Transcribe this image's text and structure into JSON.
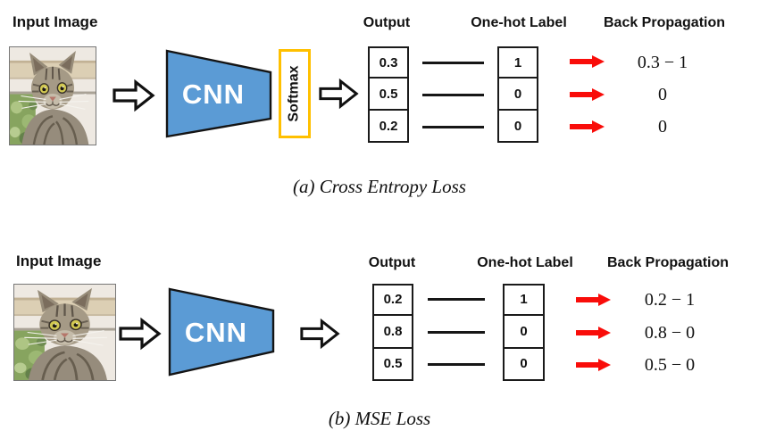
{
  "colors": {
    "cnn_fill": "#5B9BD5",
    "cnn_stroke": "#141414",
    "softmax_border": "#FFC000",
    "red_arrow": "#F90D0A",
    "ink": "#111111"
  },
  "panel_a": {
    "input_label": "Input Image",
    "cnn_label": "CNN",
    "softmax_label": "Softmax",
    "output_header": "Output",
    "onehot_header": "One-hot Label",
    "backprop_header": "Back Propagation",
    "output_values": [
      "0.3",
      "0.5",
      "0.2"
    ],
    "onehot_values": [
      "1",
      "0",
      "0"
    ],
    "backprop_values": [
      "0.3 − 1",
      "0",
      "0"
    ],
    "caption": "(a) Cross Entropy Loss"
  },
  "panel_b": {
    "input_label": "Input Image",
    "cnn_label": "CNN",
    "output_header": "Output",
    "onehot_header": "One-hot Label",
    "backprop_header": "Back Propagation",
    "output_values": [
      "0.2",
      "0.8",
      "0.5"
    ],
    "onehot_values": [
      "1",
      "0",
      "0"
    ],
    "backprop_values": [
      "0.2 − 1",
      "0.8 − 0",
      "0.5 − 0"
    ],
    "caption": "(b) MSE Loss"
  }
}
